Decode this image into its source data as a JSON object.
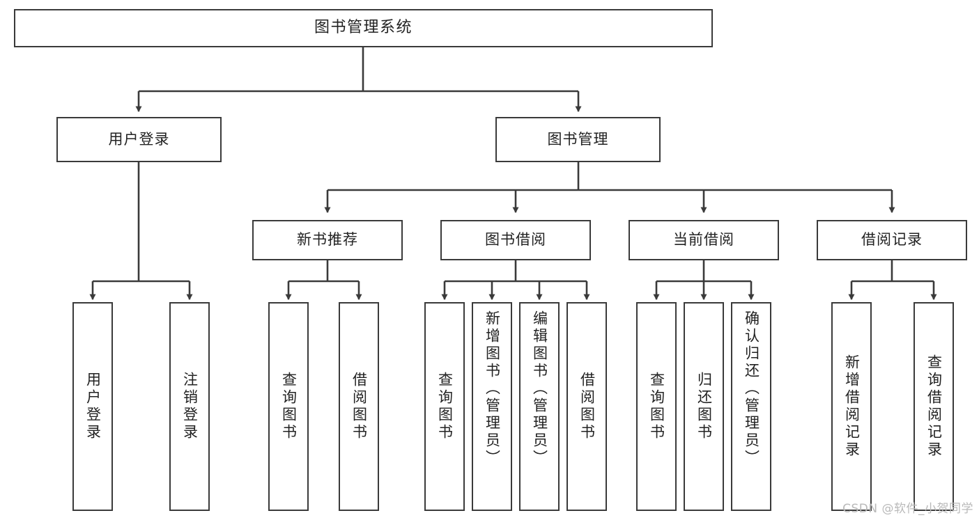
{
  "diagram": {
    "title": "图书管理系统",
    "type": "tree-hierarchy",
    "watermark": "CSDN @软件_小贺同学",
    "colors": {
      "box_border": "#3a3a3a",
      "box_fill": "#ffffff",
      "connector": "#3a3a3a",
      "text": "#222222",
      "watermark": "#b9b9b9"
    },
    "root": {
      "label": "图书管理系统"
    },
    "level1": [
      {
        "label": "用户登录"
      },
      {
        "label": "图书管理"
      }
    ],
    "level2": [
      {
        "label": "新书推荐"
      },
      {
        "label": "图书借阅"
      },
      {
        "label": "当前借阅"
      },
      {
        "label": "借阅记录"
      }
    ],
    "leaves": {
      "user_login": [
        {
          "label": "用户登录"
        },
        {
          "label": "注销登录"
        }
      ],
      "new_book_recommend": [
        {
          "label": "查询图书"
        },
        {
          "label": "借阅图书"
        }
      ],
      "book_borrow": [
        {
          "label": "查询图书"
        },
        {
          "label": "新增图书（管理员）"
        },
        {
          "label": "编辑图书（管理员）"
        },
        {
          "label": "借阅图书"
        }
      ],
      "current_borrow": [
        {
          "label": "查询图书"
        },
        {
          "label": "归还图书"
        },
        {
          "label": "确认归还（管理员）"
        }
      ],
      "borrow_record": [
        {
          "label": "新增借阅记录"
        },
        {
          "label": "查询借阅记录"
        }
      ]
    }
  }
}
